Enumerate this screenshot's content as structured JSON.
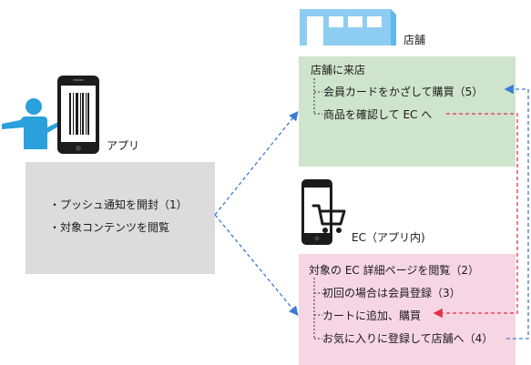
{
  "app": {
    "label": "アプリ",
    "items": [
      "・プッシュ通知を開封（1）",
      "・対象コンテンツを閲覧"
    ]
  },
  "store": {
    "label": "店舗",
    "heading": "店舗に来店",
    "items": [
      "会員カードをかざして購買（5）",
      "商品を確認して EC へ"
    ]
  },
  "ec": {
    "label": "EC（アプリ内)",
    "heading": "対象の EC 詳細ページを閲覧（2）",
    "items": [
      "初回の場合は会員登録（3）",
      "カートに追加、購買",
      "お気に入りに登録して店舗へ（4）"
    ]
  },
  "colors": {
    "app_box": "#dcdcdc",
    "store_box": "#cfe4cc",
    "ec_box": "#f7d6e3",
    "blue_arrow": "#3a7bd5",
    "red_arrow": "#e0324b",
    "person": "#2aa0dc",
    "store_icon": "#5fb7ea"
  },
  "icons": [
    "person-icon",
    "smartphone-barcode-icon",
    "store-building-icon",
    "smartphone-cart-icon"
  ]
}
